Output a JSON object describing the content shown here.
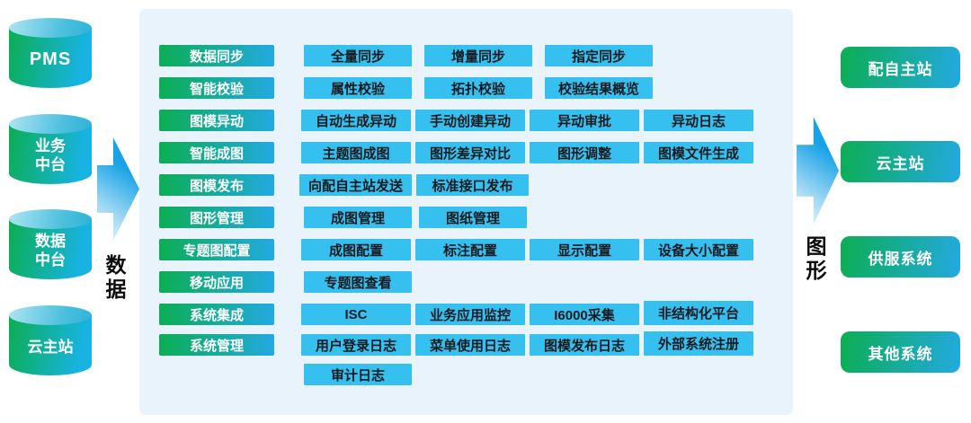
{
  "cylinders": [
    {
      "lines": [
        "PMS"
      ]
    },
    {
      "lines": [
        "业务",
        "中台"
      ]
    },
    {
      "lines": [
        "数据",
        "中台"
      ]
    },
    {
      "lines": [
        "云主站"
      ]
    }
  ],
  "flow": {
    "left_arrow_label": "数据",
    "right_arrow_label": "图形"
  },
  "categories": [
    "数据同步",
    "智能校验",
    "图模异动",
    "智能成图",
    "图模发布",
    "图形管理",
    "专题图配置",
    "移动应用",
    "系统集成",
    "系统管理"
  ],
  "features": {
    "rows": [
      [
        "全量同步",
        "增量同步",
        "指定同步"
      ],
      [
        "属性校验",
        "拓扑校验",
        "校验结果概览"
      ],
      [
        "自动生成异动",
        "手动创建异动",
        "异动审批",
        "异动日志"
      ],
      [
        "主题图成图",
        "图形差异对比",
        "图形调整",
        "图模文件生成"
      ],
      [
        "向配自主站发送",
        "标准接口发布"
      ],
      [
        "成图管理",
        "图纸管理"
      ],
      [
        "成图配置",
        "标注配置",
        "显示配置",
        "设备大小配置"
      ],
      [
        "专题图查看"
      ],
      [
        "ISC",
        "业务应用监控",
        "I6000采集",
        "非结构化平台"
      ],
      [
        "用户登录日志",
        "菜单使用日志",
        "图模发布日志",
        "外部系统注册"
      ],
      [
        "审计日志"
      ]
    ]
  },
  "targets": [
    "配自主站",
    "云主站",
    "供服系统",
    "其他系统"
  ],
  "colors": {
    "gradient_green": "#0bae52",
    "gradient_blue": "#23a9e2",
    "cyan_button": "#36c0f0",
    "panel_bg": "#e9f3fc",
    "arrow_blue": "#17a3e6",
    "dark_text": "#171a1f"
  }
}
